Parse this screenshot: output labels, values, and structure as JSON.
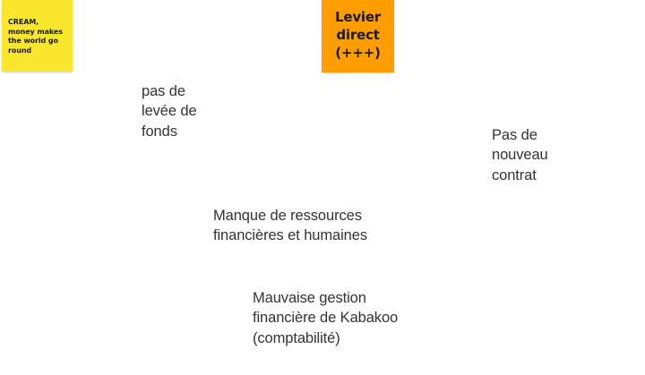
{
  "board": {
    "sticky_notes": [
      {
        "id": "cream",
        "text": "CREAM,\nmoney makes\nthe world go\nround",
        "color": "#fae62d"
      },
      {
        "id": "levier-direct",
        "text": "Levier\ndirect\n(+++)",
        "color": "#ff9d00"
      }
    ],
    "text_labels": [
      {
        "id": "fundraising",
        "text": "pas de\nlevée de\nfonds"
      },
      {
        "id": "contract",
        "text": "Pas de\nnouveau\ncontrat"
      },
      {
        "id": "resources",
        "text": "Manque de ressources\nfinancières et humaines"
      },
      {
        "id": "management",
        "text": "Mauvaise gestion\nfinancière de Kabakoo\n(comptabilité)"
      }
    ]
  }
}
